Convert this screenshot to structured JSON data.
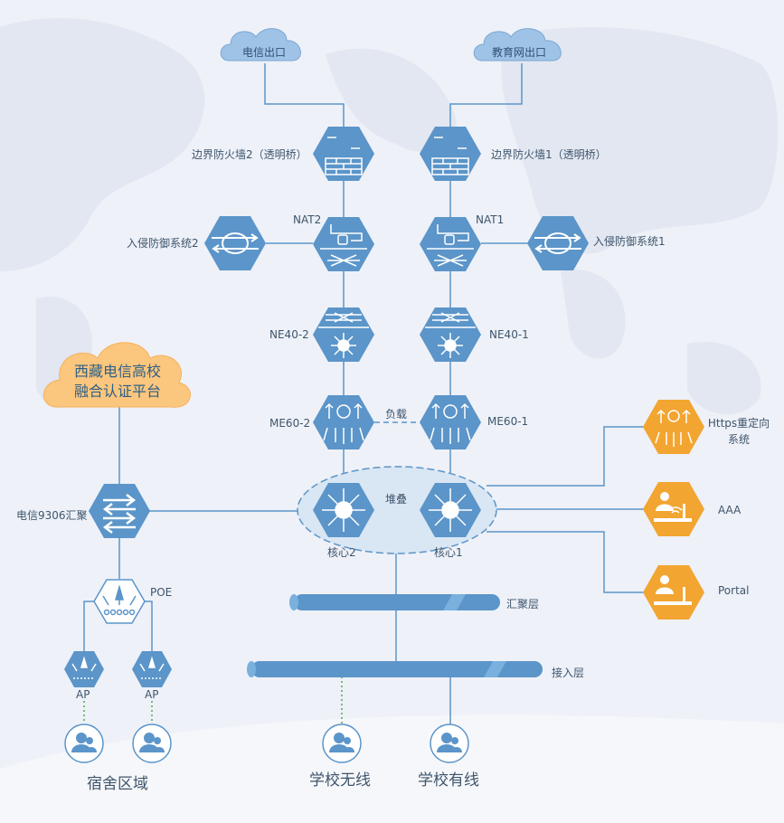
{
  "clouds": {
    "telecom_exit": "电信出口",
    "edu_exit": "教育网出口",
    "platform_line1": "西藏电信高校",
    "platform_line2": "融合认证平台"
  },
  "devices": {
    "firewall2": "边界防火墙2（透明桥）",
    "firewall1": "边界防火墙1（透明桥）",
    "nat2": "NAT2",
    "nat1": "NAT1",
    "ips2": "入侵防御系统2",
    "ips1": "入侵防御系统1",
    "ne40_2": "NE40-2",
    "ne40_1": "NE40-1",
    "me60_2": "ME60-2",
    "me60_1": "ME60-1",
    "load": "负载",
    "stack": "堆叠",
    "core2": "核心2",
    "core1": "核心1",
    "agg9306": "电信9306汇聚",
    "poe": "POE",
    "ap_a": "AP",
    "ap_b": "AP",
    "https_line1": "Https重定向",
    "https_line2": "系统",
    "aaa": "AAA",
    "portal": "Portal"
  },
  "layers": {
    "aggregation": "汇聚层",
    "access": "接入层"
  },
  "zones": {
    "dorm": "宿舍区域",
    "school_wireless": "学校无线",
    "school_wired": "学校有线"
  },
  "colors": {
    "device_blue": "#5b95c9",
    "service_orange": "#f2a531",
    "line": "#5b95c9",
    "background": "#eef1f8"
  }
}
